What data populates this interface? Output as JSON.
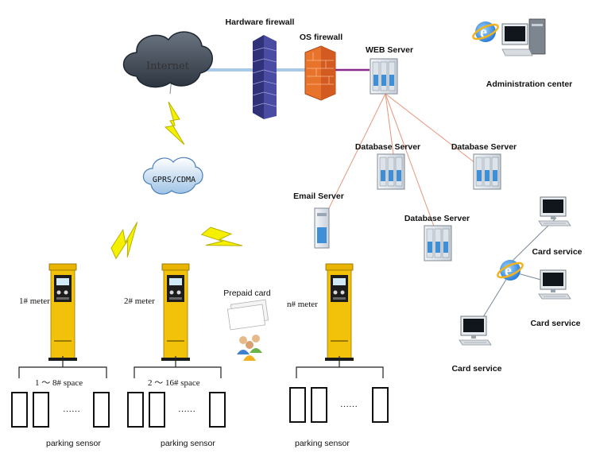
{
  "network": {
    "internet": "Internet",
    "hardware_firewall": "Hardware firewall",
    "os_firewall": "OS firewall",
    "web_server": "WEB Server",
    "admin_center": "Administration center",
    "db_server_1": "Database Server",
    "db_server_2": "Database Server",
    "db_server_3": "Database Server",
    "email_server": "Email Server",
    "gprs": "GPRS/CDMA"
  },
  "meters": [
    {
      "label": "1# meter",
      "space": "1  ～ 8# space",
      "sensor": "parking sensor",
      "dots": "……"
    },
    {
      "label": "2# meter",
      "space": "2  ～ 16# space",
      "sensor": "parking sensor",
      "dots": "……"
    },
    {
      "label": "n# meter",
      "space": "",
      "sensor": "parking sensor",
      "dots": "……"
    }
  ],
  "prepaid_card": "Prepaid card",
  "card_services": [
    "Card service",
    "Card service",
    "Card service"
  ],
  "icons": [
    "cloud-icon",
    "firewall-icon",
    "server-icon",
    "computer-icon",
    "browser-icon",
    "lightning-icon",
    "meter-icon",
    "users-icon",
    "card-icon"
  ],
  "colors": {
    "meter_yellow": "#f2c20a",
    "server_line": "#e8957a",
    "firewall_blue": "#3d3f8f",
    "os_firewall": "#e8742c"
  }
}
